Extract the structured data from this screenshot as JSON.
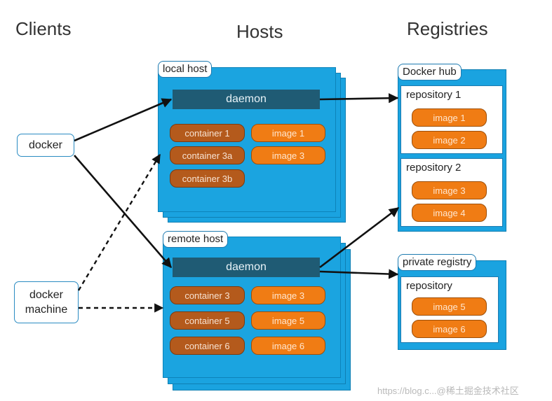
{
  "columns": {
    "clients": "Clients",
    "hosts": "Hosts",
    "registries": "Registries"
  },
  "clients": {
    "docker": "docker",
    "docker_machine_line1": "docker",
    "docker_machine_line2": "machine"
  },
  "local_host": {
    "label": "local host",
    "daemon": "daemon",
    "containers": [
      "container 1",
      "container 3a",
      "container 3b"
    ],
    "images": [
      "image 1",
      "image 3"
    ]
  },
  "remote_host": {
    "label": "remote host",
    "daemon": "daemon",
    "containers": [
      "container 3",
      "container 5",
      "container 6"
    ],
    "images": [
      "image 3",
      "image 5",
      "image 6"
    ]
  },
  "docker_hub": {
    "label": "Docker hub",
    "repositories": [
      {
        "name": "repository 1",
        "images": [
          "image 1",
          "image 2"
        ]
      },
      {
        "name": "repository 2",
        "images": [
          "image 3",
          "image 4"
        ]
      }
    ]
  },
  "private_registry": {
    "label": "private registry",
    "repository": {
      "name": "repository",
      "images": [
        "image 5",
        "image 6"
      ]
    }
  },
  "watermark": "https://blog.c...@稀土掘金技术社区",
  "colors": {
    "host_blue": "#1ba4e0",
    "daemon": "#1f5b74",
    "container": "#b45a1c",
    "image": "#f07c14",
    "arrow": "#111111"
  }
}
